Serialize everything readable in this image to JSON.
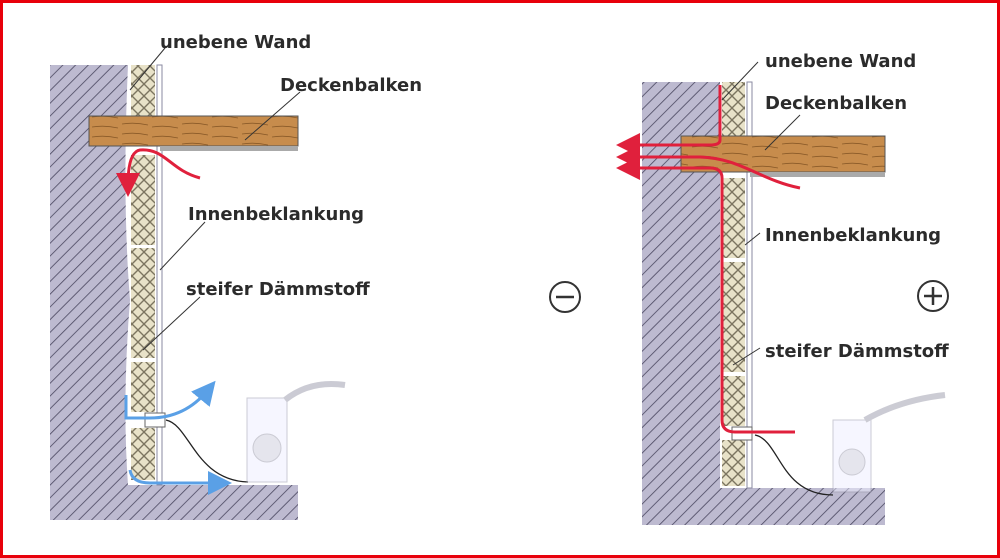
{
  "left_diagram": {
    "labels": {
      "wall": "unebene Wand",
      "beam": "Deckenbalken",
      "lining": "Innenbeklankung",
      "insulation": "steifer Dämmstoff"
    },
    "symbol": "minus-circle"
  },
  "right_diagram": {
    "labels": {
      "wall": "unebene Wand",
      "beam": "Deckenbalken",
      "lining": "Innenbeklankung",
      "insulation": "steifer Dämmstoff"
    },
    "symbol": "plus-circle"
  },
  "colors": {
    "border": "#e8000b",
    "wall": "#b9b6cc",
    "beam": "#c98f4e",
    "air_flow_red": "#e0203c",
    "air_flow_blue": "#5aa0e6"
  }
}
